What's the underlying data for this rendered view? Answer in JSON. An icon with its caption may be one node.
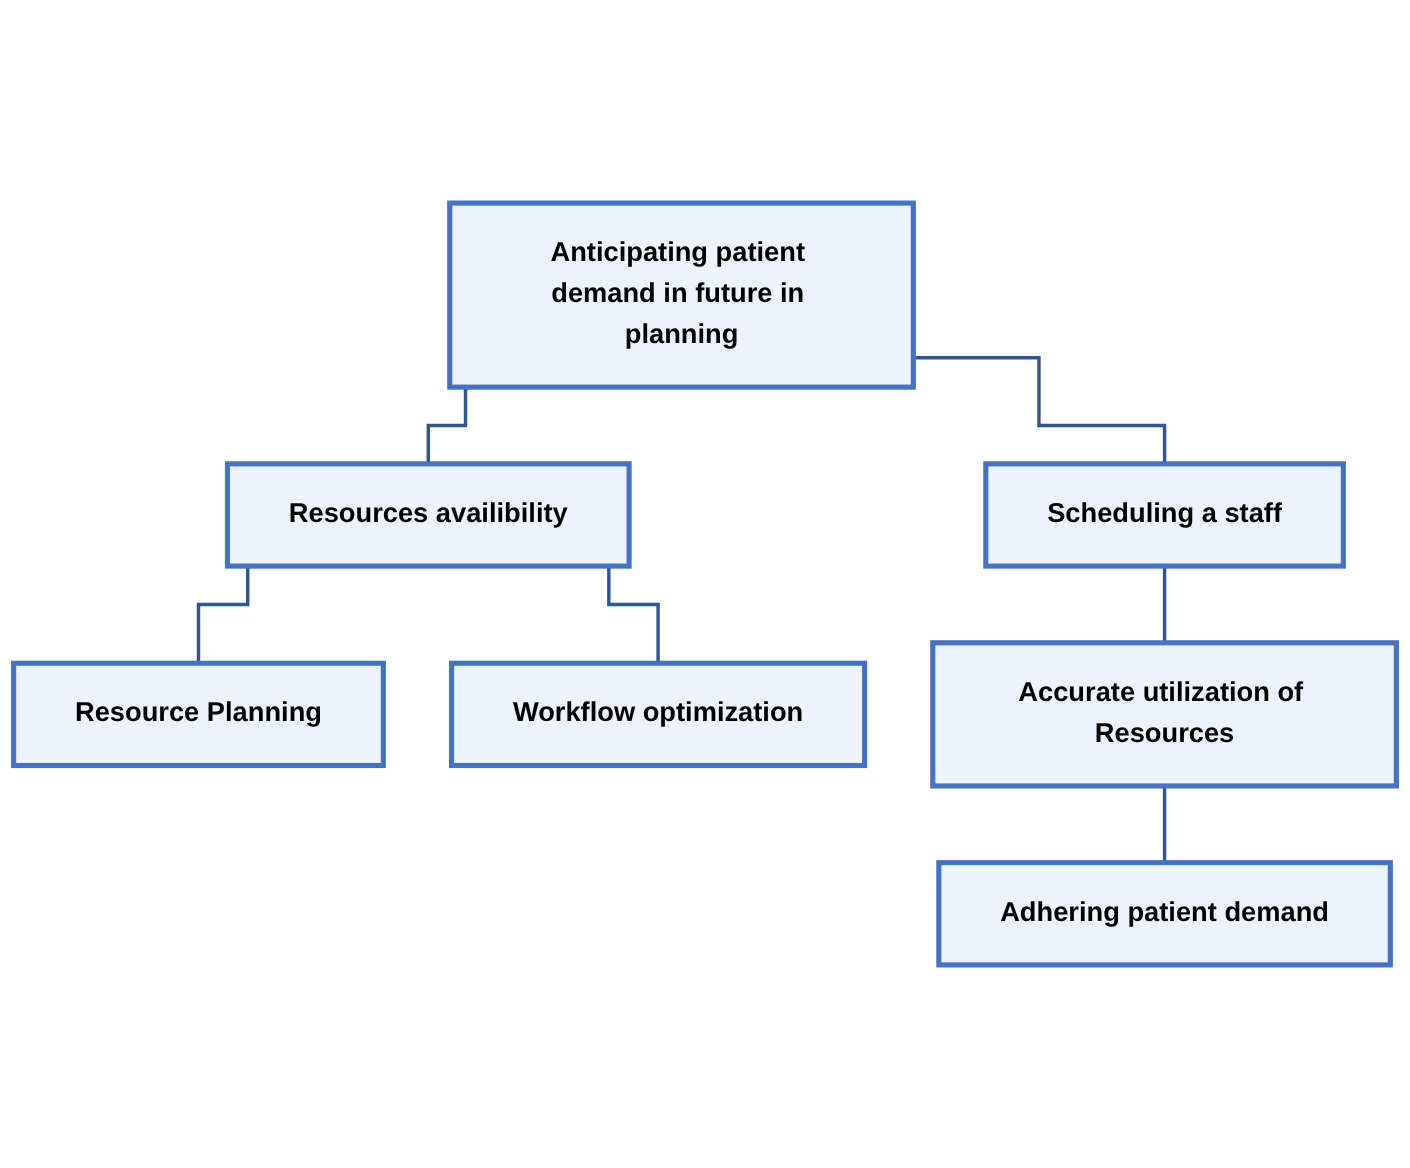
{
  "diagram": {
    "nodes": [
      {
        "text": [
          "Anticipating patient demand in future in planning"
        ]
      },
      {
        "text": [
          "Resources availibility"
        ]
      },
      {
        "text": [
          "Scheduling a staff"
        ]
      },
      {
        "text": [
          "Resource Planning"
        ]
      },
      {
        "text": [
          "Workflow optimization"
        ]
      },
      {
        "text": [
          "Accurate utilization of Resources"
        ]
      },
      {
        "text": [
          "Adhering patient demand"
        ]
      }
    ],
    "edges": [
      {
        "from": 0,
        "to": 1,
        "arrow": "none"
      },
      {
        "from": 0,
        "to": 2,
        "arrow": "none"
      },
      {
        "from": 1,
        "to": 3,
        "arrow": "none"
      },
      {
        "from": 1,
        "to": 4,
        "arrow": "none"
      },
      {
        "from": 2,
        "to": 5,
        "arrow": "none"
      },
      {
        "from": 5,
        "to": 6,
        "arrow": "none"
      }
    ]
  }
}
